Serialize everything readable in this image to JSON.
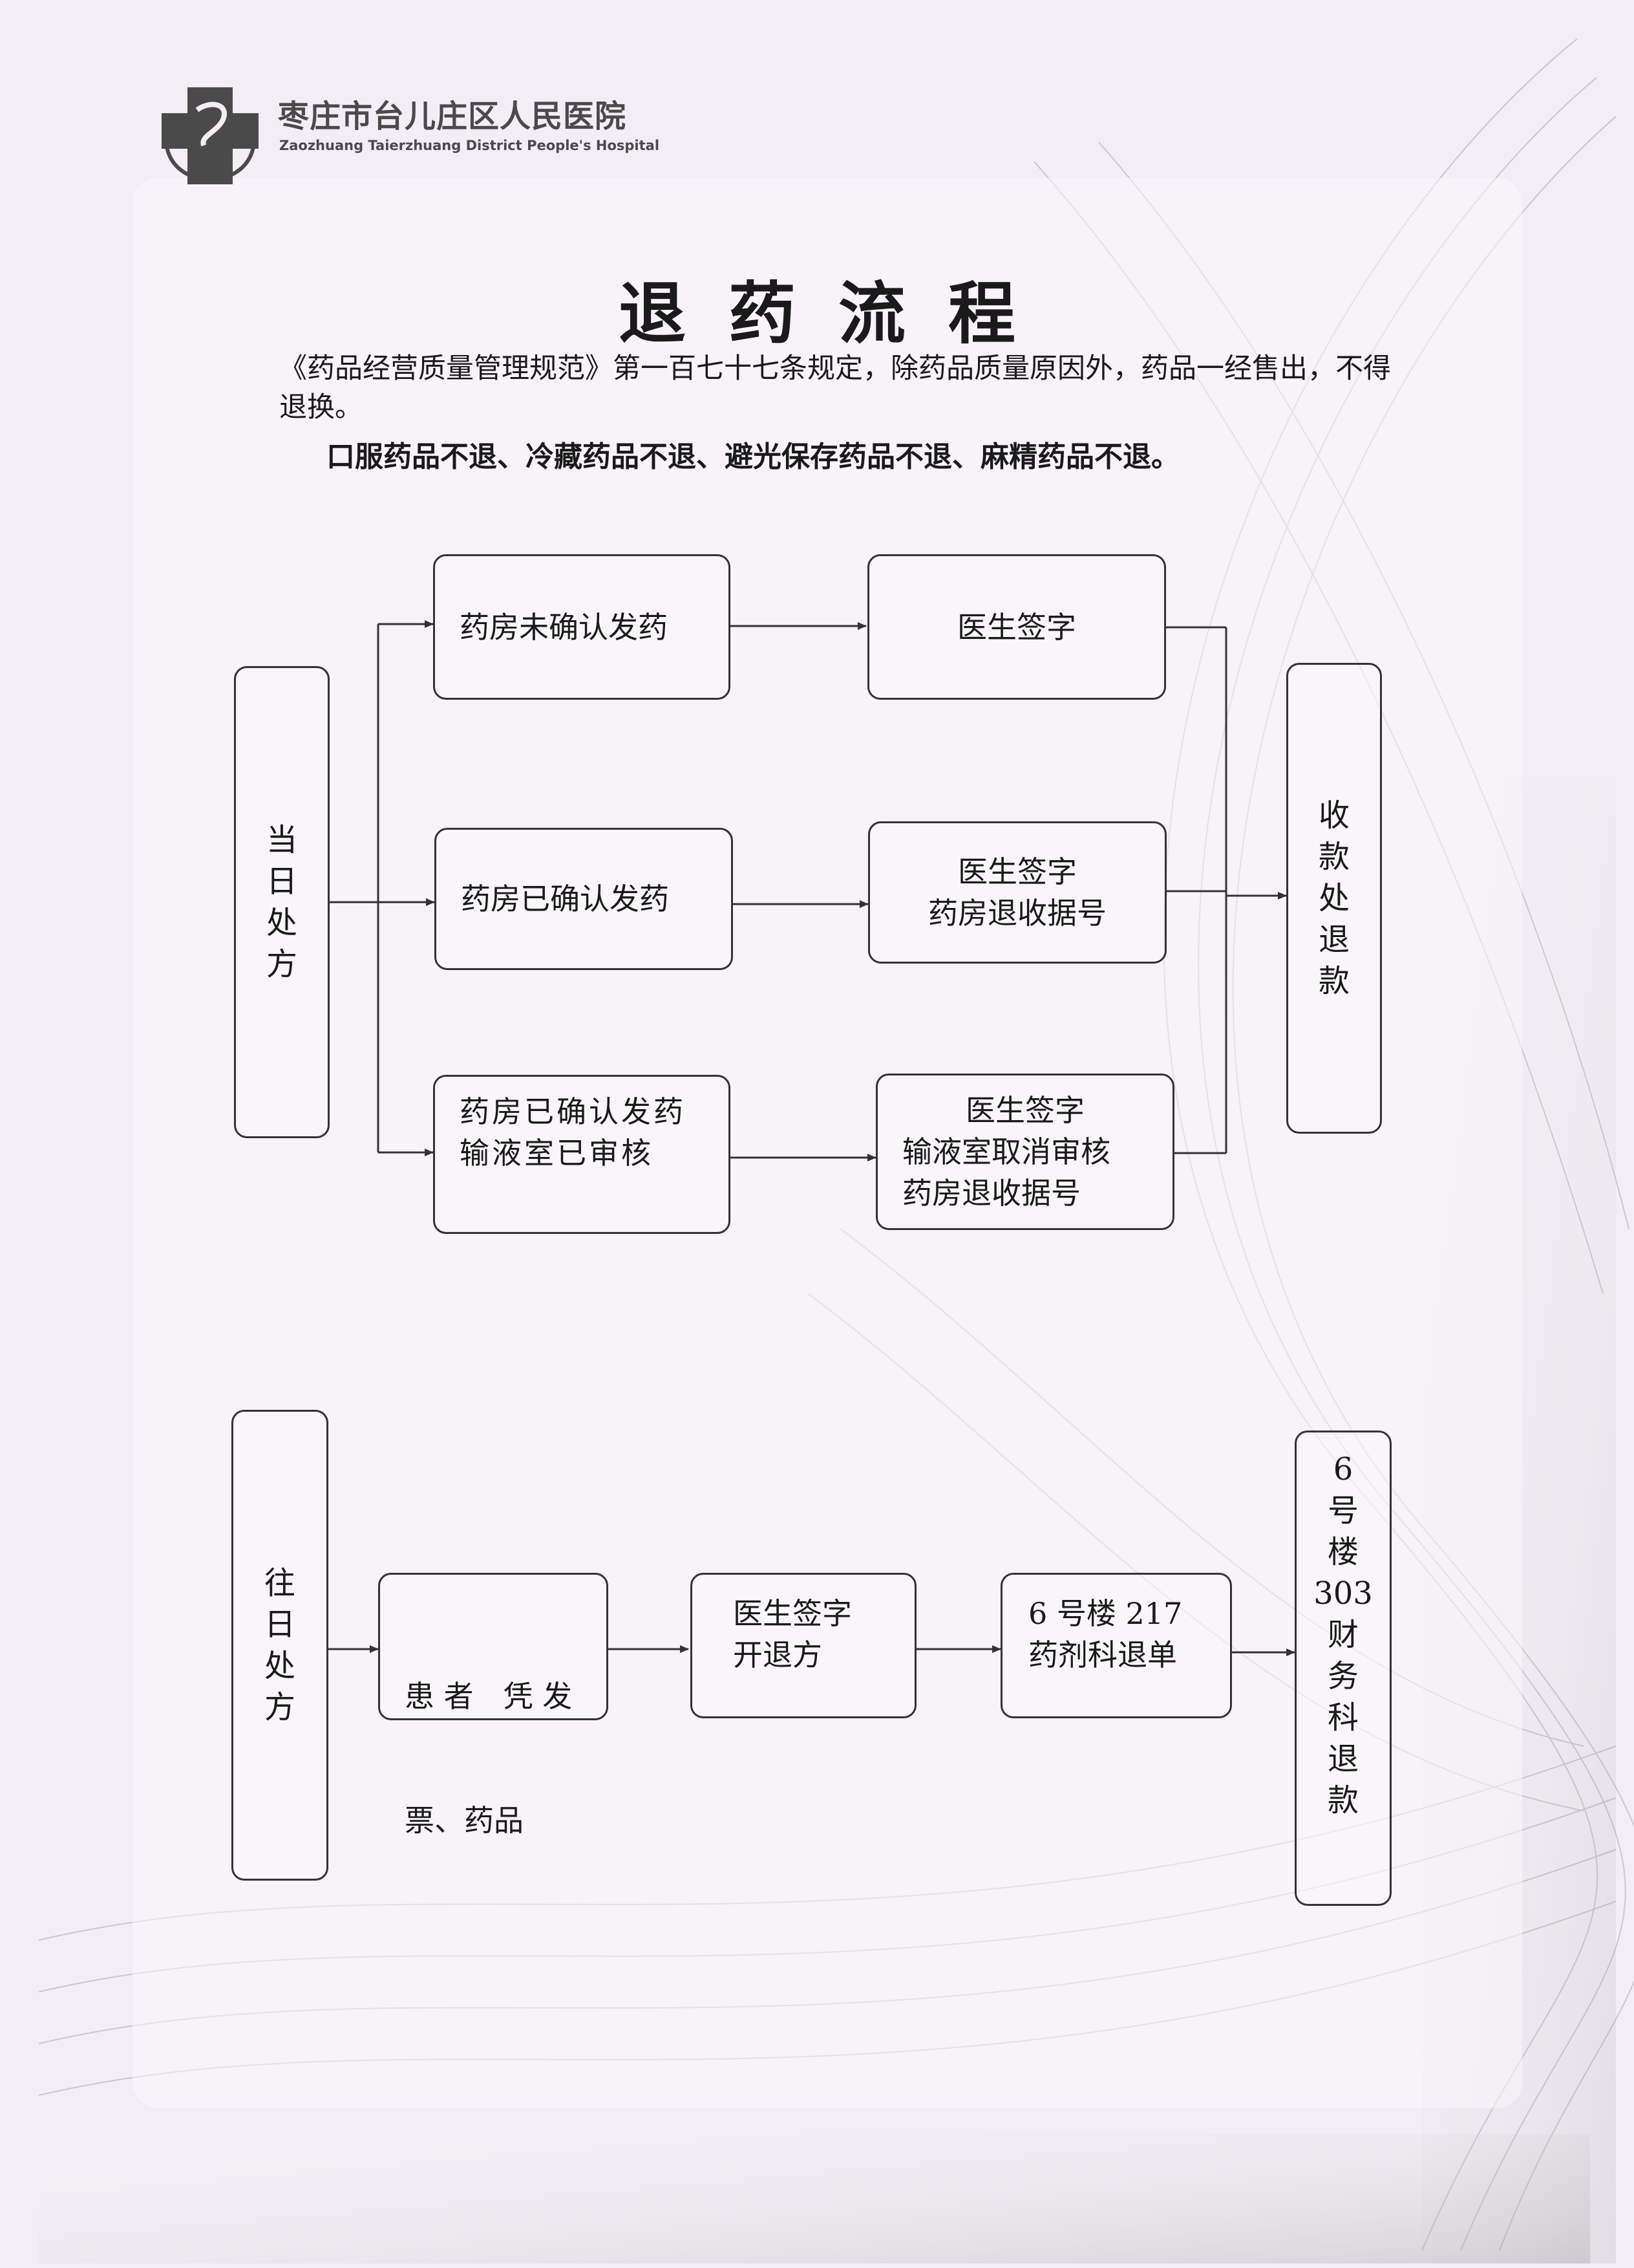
{
  "header": {
    "hospital_name_cn": "枣庄市台儿庄区人民医院",
    "hospital_name_en": "Zaozhuang Taierzhuang District People's Hospital"
  },
  "title": "退药流程",
  "intro": "《药品经营质量管理规范》第一百七十七条规定，除药品质量原因外，药品一经售出，不得退换。",
  "rule": "口服药品不退、冷藏药品不退、避光保存药品不退、麻精药品不退。",
  "flow_same_day": {
    "start": [
      "当",
      "日",
      "处",
      "方"
    ],
    "row1": {
      "pharmacy": "药房未确认发药",
      "doctor": "医生签字"
    },
    "row2": {
      "pharmacy": "药房已确认发药",
      "doctor_1": "医生签字",
      "doctor_2": "药房退收据号"
    },
    "row3": {
      "pharmacy_1": "药房已确认发药",
      "pharmacy_2": "输液室已审核",
      "doctor_1": "医生签字",
      "doctor_2": "输液室取消审核",
      "doctor_3": "药房退收据号"
    },
    "end": [
      "收",
      "款",
      "处",
      "退",
      "款"
    ]
  },
  "flow_previous_day": {
    "start": [
      "往",
      "日",
      "处",
      "方"
    ],
    "step1_1": "患 者　凭 发",
    "step1_2": "票、药品",
    "step2_1": "医生签字",
    "step2_2": "开退方",
    "step3_1": "6 号楼 217",
    "step3_2": "药剂科退单",
    "end": [
      "6",
      "号",
      "楼",
      "303",
      "财",
      "务",
      "科",
      "退",
      "款"
    ]
  },
  "colors": {
    "line": "#333333",
    "logo_gray": "#4a4a4a",
    "background": "#f3eef5"
  }
}
